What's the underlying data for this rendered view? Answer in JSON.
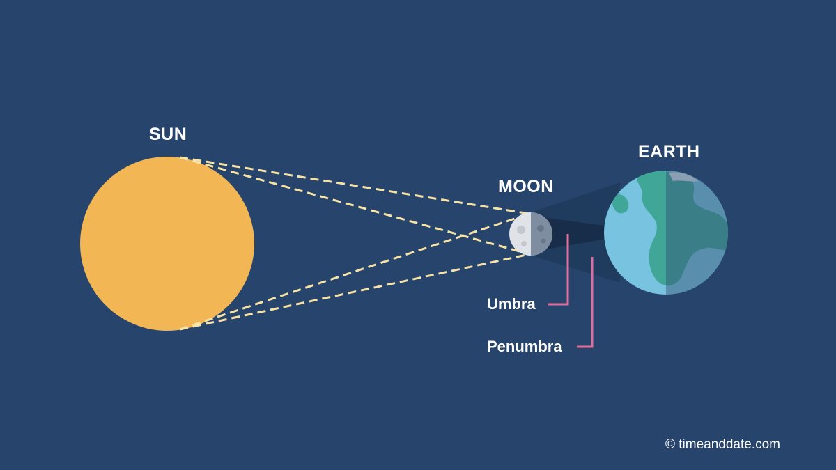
{
  "labels": {
    "sun": "SUN",
    "moon": "MOON",
    "earth": "EARTH",
    "umbra": "Umbra",
    "penumbra": "Penumbra"
  },
  "credit": "© timeanddate.com",
  "colors": {
    "background": "#27456c",
    "sun": "#f3b654",
    "moon": "#dfe3e7",
    "earth_ocean": "#6fcdec",
    "earth_land": "#22a68a",
    "ray_lines": "#f7e3a5",
    "pointer_lines": "#e06e9e"
  }
}
